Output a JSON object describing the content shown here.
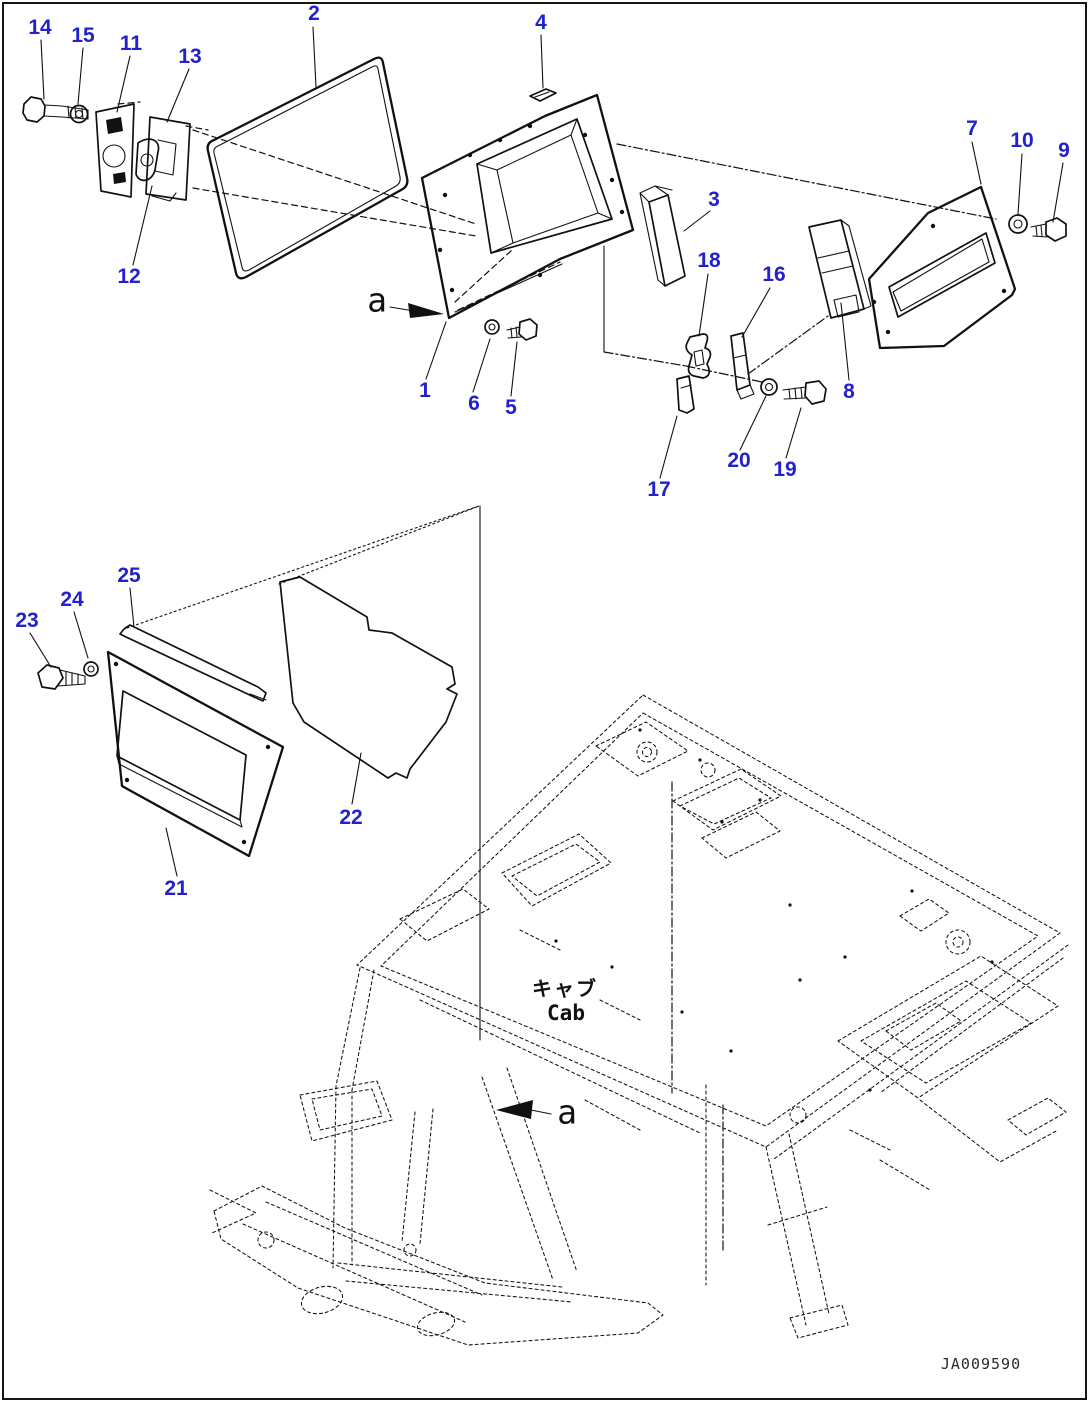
{
  "document": {
    "background": "#ffffff",
    "line_color": "#111111",
    "callout_color": "#2222cc",
    "drawing_id": "JA009590"
  },
  "callouts": {
    "p1": "1",
    "p2": "2",
    "p3": "3",
    "p4": "4",
    "p5": "5",
    "p6": "6",
    "p7": "7",
    "p8": "8",
    "p9": "9",
    "p10": "10",
    "p11": "11",
    "p12": "12",
    "p13": "13",
    "p14": "14",
    "p15": "15",
    "p16": "16",
    "p17": "17",
    "p18": "18",
    "p19": "19",
    "p20": "20",
    "p21": "21",
    "p22": "22",
    "p23": "23",
    "p24": "24",
    "p25": "25"
  },
  "view_refs": {
    "upper": "a",
    "lower": "a"
  },
  "cab_label": {
    "jp": "キャブ",
    "en": "Cab"
  }
}
